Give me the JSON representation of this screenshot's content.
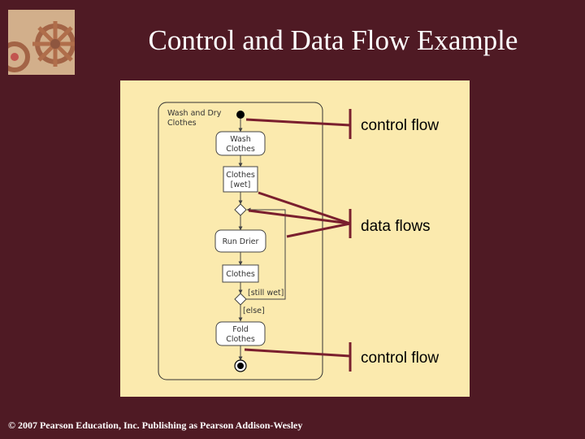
{
  "slide": {
    "title": "Control and Data Flow Example",
    "footer": "© 2007 Pearson Education, Inc. Publishing as Pearson Addison-Wesley"
  },
  "diagram": {
    "activity_name_line1": "Wash and Dry",
    "activity_name_line2": "Clothes",
    "wash_line1": "Wash",
    "wash_line2": "Clothes",
    "obj_wet_line1": "Clothes",
    "obj_wet_line2": "[wet]",
    "run_drier": "Run Drier",
    "obj_clothes": "Clothes",
    "guard_still_wet": "[still wet]",
    "guard_else": "[else]",
    "fold_line1": "Fold",
    "fold_line2": "Clothes"
  },
  "annotations": {
    "top": "control flow",
    "middle": "data flows",
    "bottom": "control flow"
  },
  "colors": {
    "background": "#4f1a24",
    "panel": "#fbeaae",
    "annotation_line": "#7a1f2e"
  }
}
